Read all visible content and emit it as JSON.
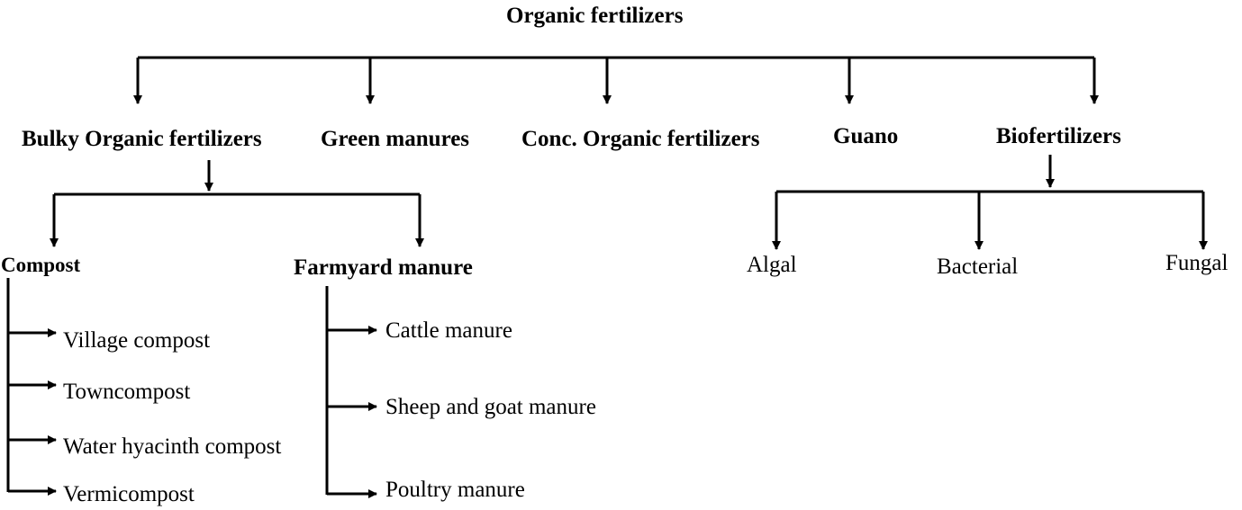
{
  "root": "Organic fertilizers",
  "categories": {
    "bulky": "Bulky Organic fertilizers",
    "green": "Green manures",
    "conc": "Conc. Organic fertilizers",
    "guano": "Guano",
    "bio": "Biofertilizers"
  },
  "bulky_children": {
    "compost": "Compost",
    "farmyard": "Farmyard manure"
  },
  "compost_items": [
    "Village compost",
    "Towncompost",
    "Water hyacinth compost",
    "Vermicompost"
  ],
  "farmyard_items": [
    "Cattle manure",
    "Sheep and goat manure",
    "Poultry manure"
  ],
  "bio_children": [
    "Algal",
    "Bacterial",
    "Fungal"
  ]
}
